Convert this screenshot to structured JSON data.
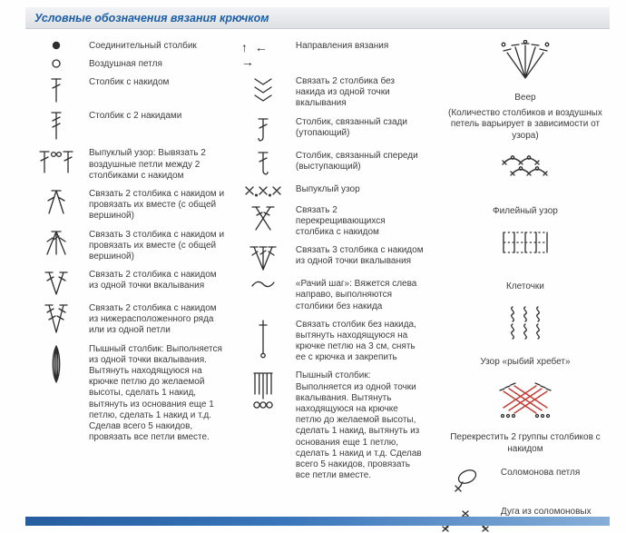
{
  "header": {
    "title": "Условные обозначения вязания крючком"
  },
  "colors": {
    "title_blue": "#1b5fa8",
    "bottom_bar_blue": "#3a76bb",
    "lattice_red": "#c23b33",
    "symbol_ink": "#2e2e2e"
  },
  "columns": [
    {
      "items": [
        {
          "symbol": "slip-stitch",
          "text": "Соединительный столбик"
        },
        {
          "symbol": "chain-stitch",
          "text": "Воздушная петля"
        },
        {
          "symbol": "double-crochet",
          "text": "Столбик с накидом"
        },
        {
          "symbol": "double-crochet-2-yo",
          "text": "Столбик с 2 накидами"
        },
        {
          "symbol": "relief-2-chains-between-2-dc",
          "text": "Выпуклый узор: Вывязать 2 воздушные петли между 2 столбиками с накидом"
        },
        {
          "symbol": "2-dc-together",
          "text": "Связать 2 столбика с накидом и провязать их вместе (с общей вершиной)"
        },
        {
          "symbol": "3-dc-together",
          "text": "Связать 3 столбика с накидом и провязать их вместе (с общей вершиной)"
        },
        {
          "symbol": "2-dc-same-point",
          "text": "Связать 2 столбика с накидом из одной точки вкалывания"
        },
        {
          "symbol": "2-dc-lower-row",
          "text": "Связать 2 столбика с накидом из нижерасположенного ряда или из одной петли"
        },
        {
          "symbol": "puff-stitch",
          "text": "Пышный столбик: Выполняется из одной точки вкалывания. Вытянуть находящуюся на крючке петлю до желаемой высоты, сделать 1 накид, вытянуть из основания еще 1 петлю, сделать 1 накид и т.д. Сделав всего 5 накидов, провязать все петли вместе."
        }
      ]
    },
    {
      "items": [
        {
          "symbol": "direction-arrows",
          "glyph": "↑ ← →",
          "text": "Направления вязания"
        },
        {
          "symbol": "2-sc-same-point",
          "text": "Связать 2 столбика без накида из одной точки вкалывания"
        },
        {
          "symbol": "back-post-dc",
          "text": "Столбик, связанный сзади (утопающий)"
        },
        {
          "symbol": "front-post-dc",
          "text": "Столбик, связанный спереди (выступающий)"
        },
        {
          "symbol": "relief-pattern-x-dots",
          "text": "Выпуклый узор"
        },
        {
          "symbol": "2-crossed-dc",
          "text": "Связать 2 перекрещивающихся столбика с накидом"
        },
        {
          "symbol": "3-dc-same-point",
          "text": "Связать 3 столбика с накидом из одной точки вкалывания"
        },
        {
          "symbol": "crab-stitch",
          "text": "«Рачий шаг»: Вяжется слева направо, выполняются столбики без накида"
        },
        {
          "symbol": "extended-sc",
          "text": "Связать столбик без накида, вытянуть находящуюся на крючке петлю на 3 см, снять ее с крючка и закрепить"
        },
        {
          "symbol": "puff-stitch-on-chain",
          "text": "Пышный столбик: Выполняется из одной точки вкалывания. Вытянуть находящуюся на крючке петлю до желаемой высоты, сделать 1 накид, вытянуть из основания еще 1 петлю, сделать 1 накид и т.д. Сделав всего 5 накидов, провязать все петли вместе."
        }
      ]
    },
    {
      "items": [
        {
          "symbol": "fan-shell",
          "title": "Веер",
          "note": "(Количество столбиков и воздушных петель варьирует в зависимости от узора)"
        },
        {
          "symbol": "filet-mesh",
          "title": "Филейный узор"
        },
        {
          "symbol": "cells-grid",
          "title": "Клеточки"
        },
        {
          "symbol": "herringbone",
          "title": "Узор «рыбий хребет»"
        },
        {
          "symbol": "crossed-dc-groups",
          "title": "Перекрестить 2 группы столбиков с накидом"
        },
        {
          "symbol": "solomon-knot",
          "title": "Соломонова петля"
        },
        {
          "symbol": "solomon-arc",
          "title": "Дуга из соломоновых петель"
        }
      ]
    }
  ]
}
